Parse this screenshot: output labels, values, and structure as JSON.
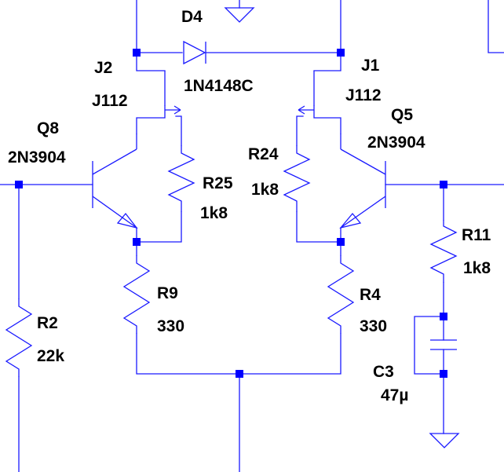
{
  "colors": {
    "wire": "#1a1aff",
    "junction": "#0000ff",
    "text": "#000000",
    "background": "#ffffff"
  },
  "components": {
    "d4": {
      "ref": "D4",
      "value": "1N4148C"
    },
    "j2": {
      "ref": "J2",
      "value": "J112"
    },
    "j1": {
      "ref": "J1",
      "value": "J112"
    },
    "q8": {
      "ref": "Q8",
      "value": "2N3904"
    },
    "q5": {
      "ref": "Q5",
      "value": "2N3904"
    },
    "r25": {
      "ref": "R25",
      "value": "1k8"
    },
    "r24": {
      "ref": "R24",
      "value": "1k8"
    },
    "r9": {
      "ref": "R9",
      "value": "330"
    },
    "r4": {
      "ref": "R4",
      "value": "330"
    },
    "r2": {
      "ref": "R2",
      "value": "22k"
    },
    "r11": {
      "ref": "R11",
      "value": "1k8"
    },
    "c3": {
      "ref": "C3",
      "value": "47µ"
    }
  },
  "symbols": {
    "ground_icon": "ground-icon",
    "diode_icon": "diode-icon",
    "jfet_icon": "p-jfet-icon",
    "npn_icon": "npn-transistor-icon",
    "resistor_icon": "resistor-icon",
    "capacitor_icon": "capacitor-icon",
    "junction_icon": "junction-dot-icon"
  }
}
